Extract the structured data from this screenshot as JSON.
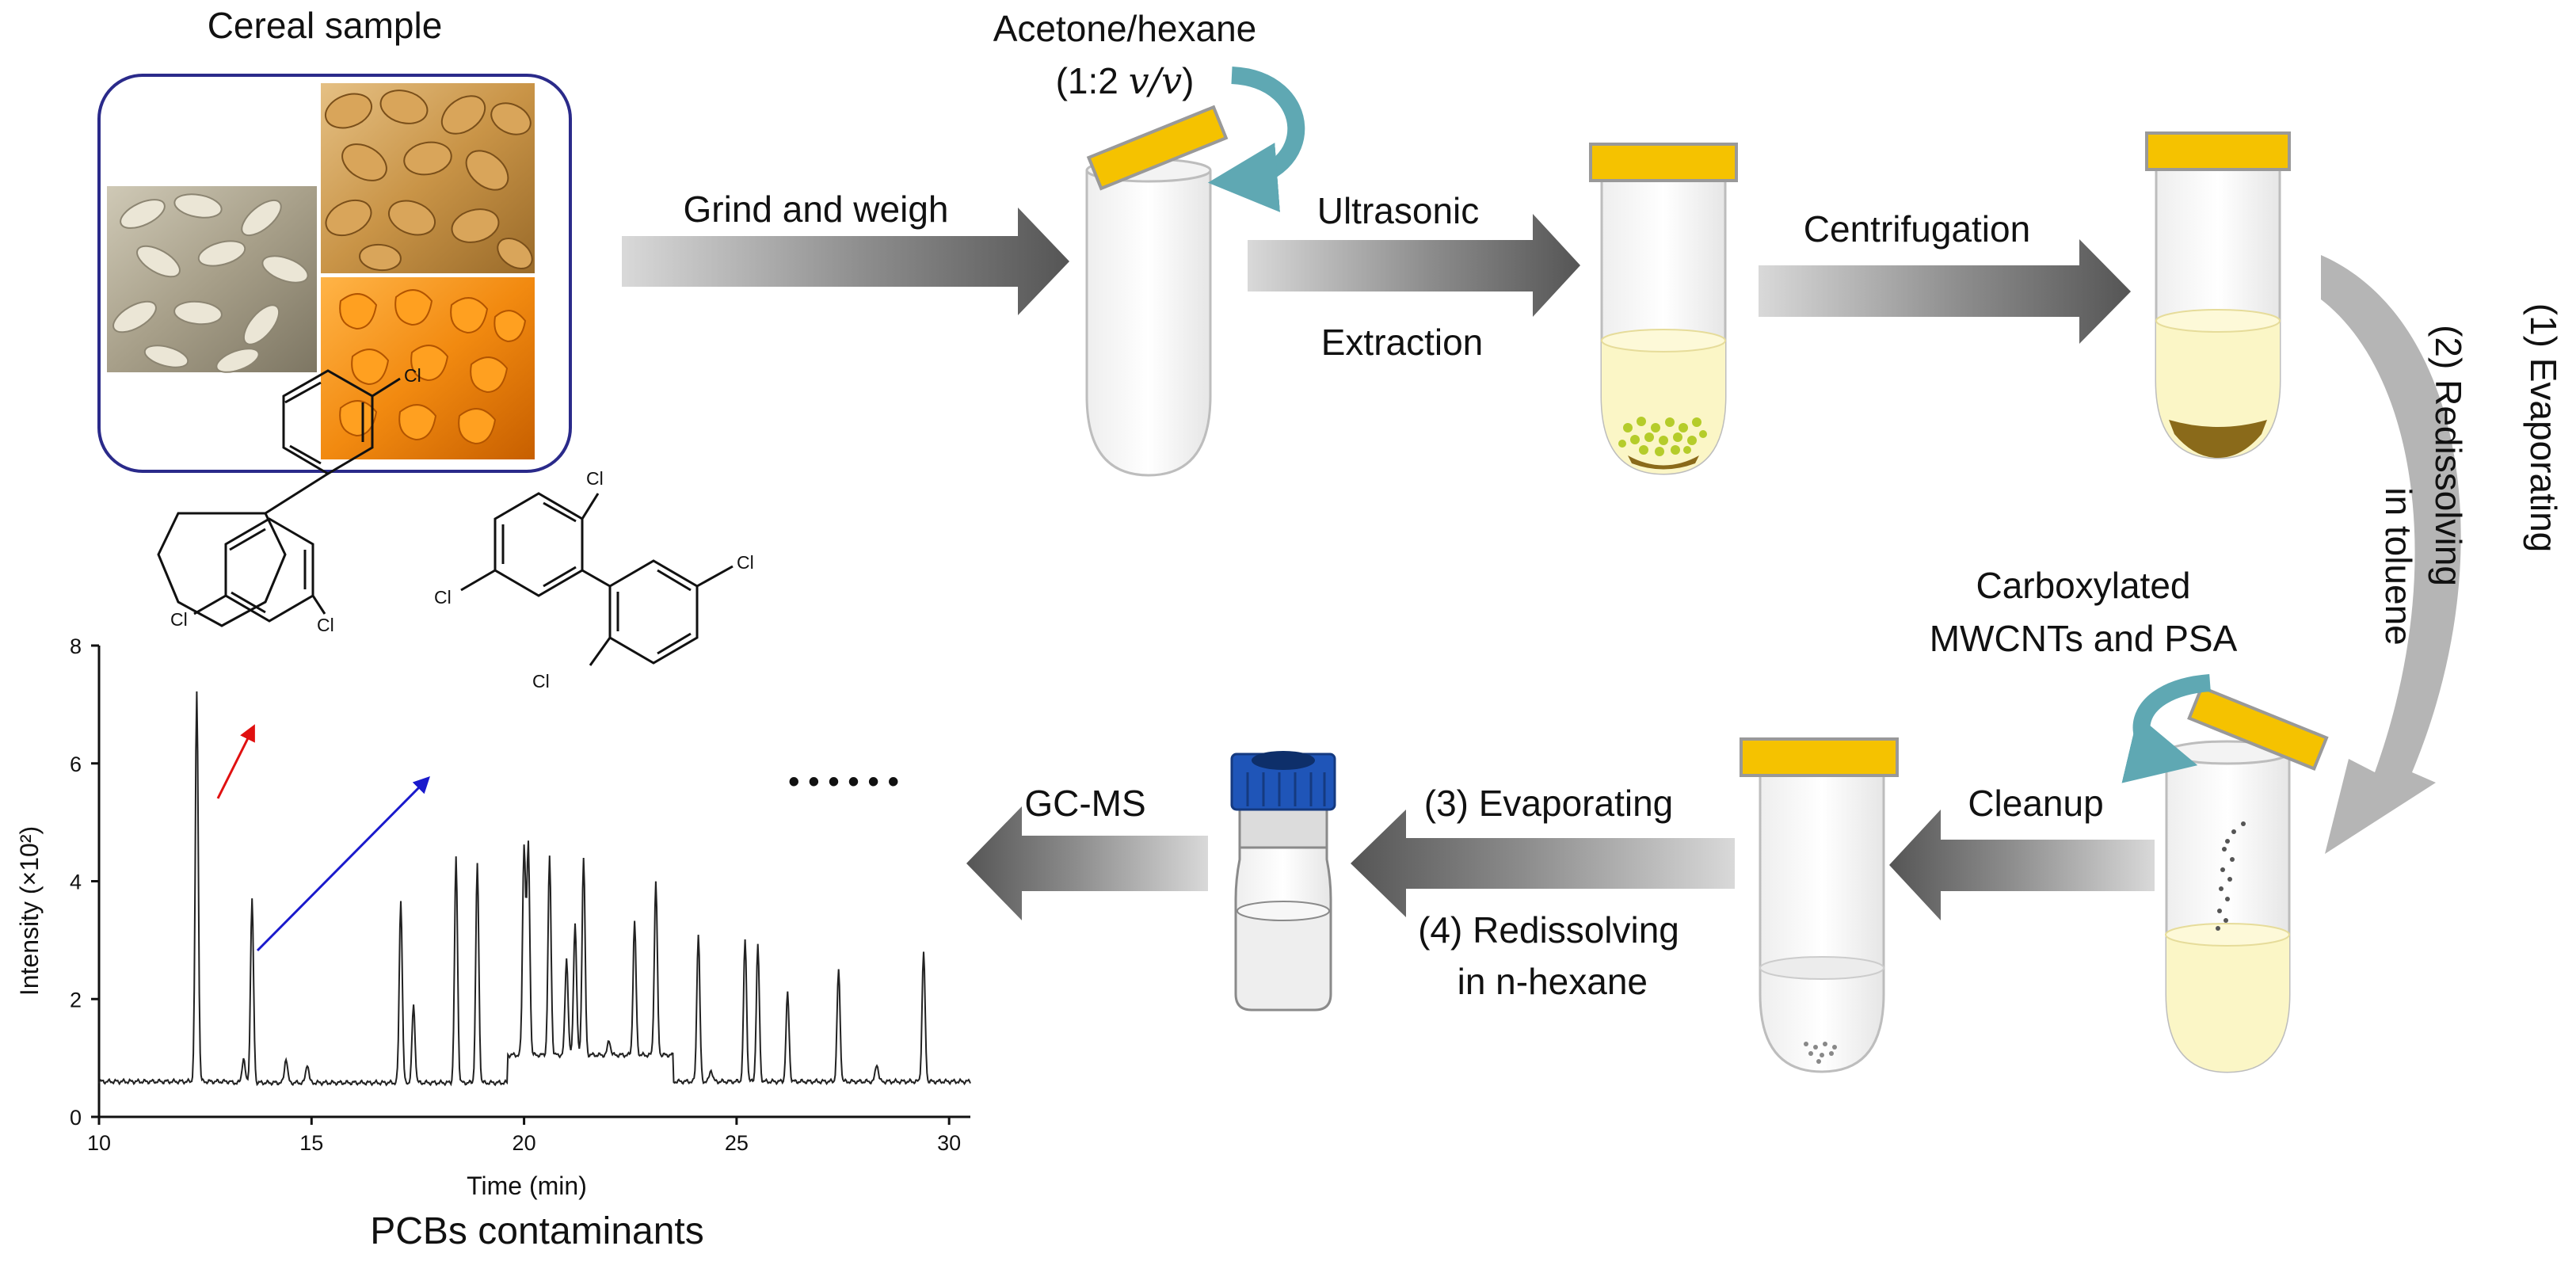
{
  "labels": {
    "cereal_sample": "Cereal sample",
    "solvent_line1": "Acetone/hexane",
    "solvent_ratio_prefix": "(1:2 ",
    "solvent_ratio_unit": "v/v",
    "solvent_ratio_suffix": ")",
    "grind_and_weigh": "Grind and weigh",
    "ultrasonic": "Ultrasonic",
    "extraction": "Extraction",
    "centrifugation": "Centrifugation",
    "evaporating_1": "(1) Evaporating",
    "redissolving_2": "(2) Redissolving",
    "in_toluene": "in toluene",
    "sorbent_line1": "Carboxylated",
    "sorbent_line2": "MWCNTs and PSA",
    "cleanup": "Cleanup",
    "evaporating_3": "(3) Evaporating",
    "redissolving_4": "(4) Redissolving",
    "in_n_hexane": "in n-hexane",
    "gc_ms": "GC-MS",
    "pcbs_contaminants": "PCBs contaminants",
    "ellipsis": "• • • • • •",
    "chlorine": "Cl"
  },
  "colors": {
    "cap_yellow": "#f5c200",
    "solution_yellow": "#fbf6c6",
    "sediment_brown": "#8a6a1a",
    "pellet_green": "#b5cc2a",
    "vial_cap_blue": "#1f55b8",
    "teal_arrow": "#5fa8b3",
    "red_arrow": "#e01010",
    "blue_arrow": "#1a1acc",
    "photo_border": "#2a2a8a"
  },
  "chart_data": {
    "type": "line",
    "xlabel": "Time (min)",
    "ylabel": "Intensity (×10²)",
    "xlim": [
      10,
      30.5
    ],
    "ylim": [
      0,
      8
    ],
    "xticks": [
      10,
      15,
      20,
      25,
      30
    ],
    "yticks": [
      0,
      2,
      4,
      6,
      8
    ],
    "baseline_segments": [
      {
        "x_start": 10.0,
        "x_end": 13.1,
        "y": 0.6
      },
      {
        "x_start": 13.1,
        "x_end": 19.6,
        "y": 0.58
      },
      {
        "x_start": 19.6,
        "x_end": 23.5,
        "y": 1.05
      },
      {
        "x_start": 23.5,
        "x_end": 30.5,
        "y": 0.6
      }
    ],
    "peaks": [
      {
        "x": 12.3,
        "y": 7.2
      },
      {
        "x": 13.4,
        "y": 1.0
      },
      {
        "x": 13.6,
        "y": 3.7
      },
      {
        "x": 14.4,
        "y": 1.0
      },
      {
        "x": 14.9,
        "y": 0.9
      },
      {
        "x": 17.1,
        "y": 3.7
      },
      {
        "x": 17.4,
        "y": 1.9
      },
      {
        "x": 18.4,
        "y": 4.4
      },
      {
        "x": 18.9,
        "y": 4.3
      },
      {
        "x": 20.0,
        "y": 4.6
      },
      {
        "x": 20.1,
        "y": 4.6
      },
      {
        "x": 20.6,
        "y": 4.4
      },
      {
        "x": 21.0,
        "y": 2.7
      },
      {
        "x": 21.2,
        "y": 3.3
      },
      {
        "x": 21.4,
        "y": 4.4
      },
      {
        "x": 22.0,
        "y": 1.3
      },
      {
        "x": 22.6,
        "y": 3.3
      },
      {
        "x": 23.1,
        "y": 4.0
      },
      {
        "x": 24.1,
        "y": 3.1
      },
      {
        "x": 24.4,
        "y": 0.8
      },
      {
        "x": 25.2,
        "y": 3.0
      },
      {
        "x": 25.5,
        "y": 2.9
      },
      {
        "x": 26.2,
        "y": 2.1
      },
      {
        "x": 27.4,
        "y": 2.5
      },
      {
        "x": 28.3,
        "y": 0.9
      },
      {
        "x": 29.4,
        "y": 2.8
      }
    ]
  }
}
